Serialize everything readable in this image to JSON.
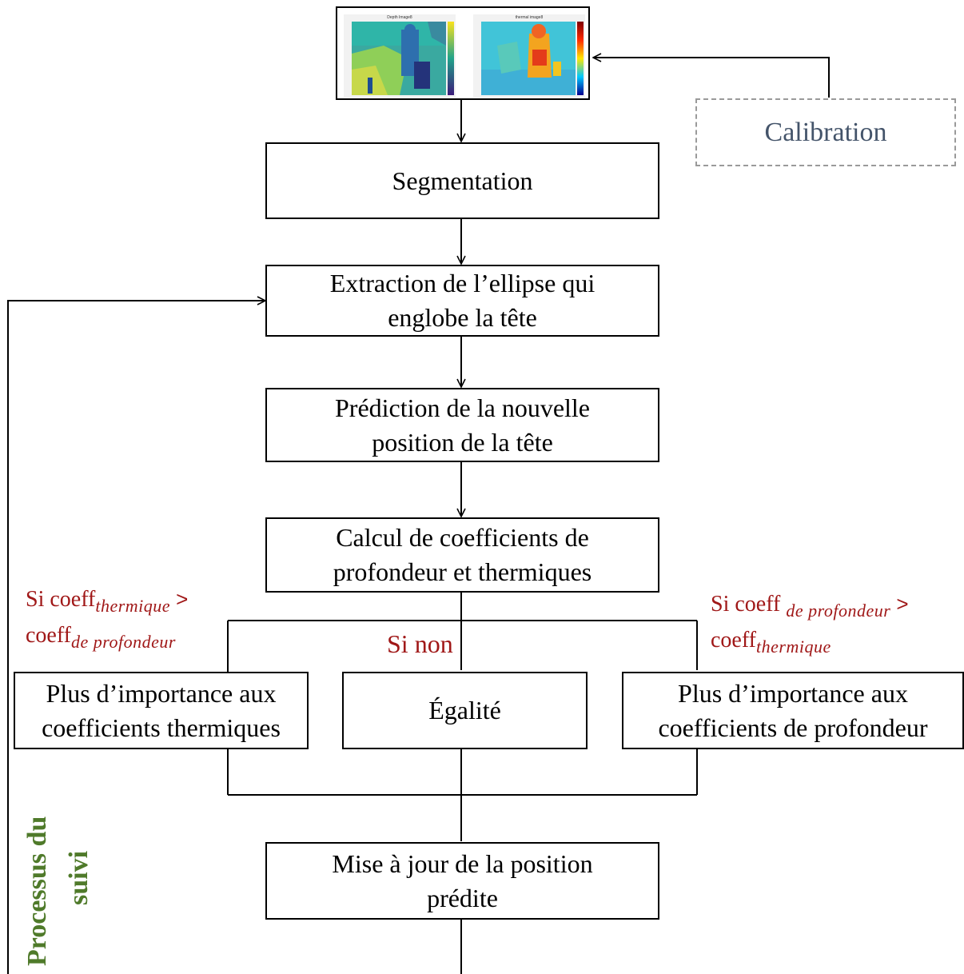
{
  "top_images": {
    "depth_title": "Depth Image8",
    "thermal_title": "thermal image8"
  },
  "calibration": "Calibration",
  "boxes": {
    "segmentation": "Segmentation",
    "extraction": [
      "Extraction de l’ellipse qui",
      "englobe la tête"
    ],
    "prediction": [
      "Prédiction de la nouvelle",
      "position de la tête"
    ],
    "calcul": [
      "Calcul de coefficients de",
      "profondeur et thermiques"
    ],
    "left_branch": [
      "Plus d’importance aux",
      "coefficients thermiques"
    ],
    "middle_branch": "Égalité",
    "right_branch": [
      "Plus d’importance aux",
      "coefficients de profondeur"
    ],
    "update": [
      "Mise à jour de la position",
      "prédite"
    ]
  },
  "conditions": {
    "left": {
      "prefix": "Si coeff",
      "sub1": "thermique",
      "op": ">",
      "line2": "coeff",
      "sub2": "de profondeur"
    },
    "middle": "Si non",
    "right": {
      "prefix": "Si coeff",
      "sub1": "de profondeur",
      "op": ">",
      "line2": "coeff",
      "sub2": "thermique"
    }
  },
  "side_label": [
    "Processus du",
    "suivi"
  ],
  "colors": {
    "condition_text": "#a01818",
    "side_label": "#4f7a2a",
    "calibration_text": "#44546a",
    "calibration_border": "#9a9a9a"
  }
}
